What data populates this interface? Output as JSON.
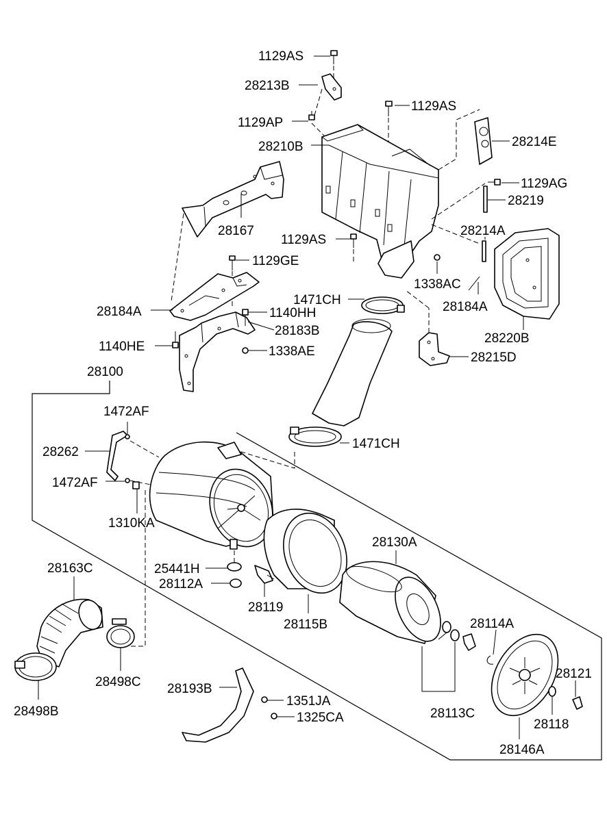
{
  "diagram": {
    "labels": {
      "p1129AS_top": "1129AS",
      "p28213B": "28213B",
      "p1129AP": "1129AP",
      "p1129AS_mid": "1129AS",
      "p28210B": "28210B",
      "p28214E": "28214E",
      "p1129AG": "1129AG",
      "p28219": "28219",
      "p28167": "28167",
      "p28214A": "28214A",
      "p1129AS_low": "1129AS",
      "p1129GE": "1129GE",
      "p1338AC": "1338AC",
      "p1471CH_top": "1471CH",
      "p28184A_right": "28184A",
      "p28184A_left": "28184A",
      "p1140HH": "1140HH",
      "p28183B": "28183B",
      "p28220B": "28220B",
      "p1140HE": "1140HE",
      "p1338AE": "1338AE",
      "p28215D": "28215D",
      "p28100": "28100",
      "p1472AF_top": "1472AF",
      "p28262": "28262",
      "p1471CH_mid": "1471CH",
      "p1472AF_bot": "1472AF",
      "p1310KA": "1310KA",
      "p28130A": "28130A",
      "p28163C": "28163C",
      "p25441H": "25441H",
      "p28112A": "28112A",
      "p28119": "28119",
      "p28115B": "28115B",
      "p28114A": "28114A",
      "p28498C": "28498C",
      "p28121": "28121",
      "p28193B": "28193B",
      "p1351JA": "1351JA",
      "p28113C": "28113C",
      "p28118": "28118",
      "p1325CA": "1325CA",
      "p28498B": "28498B",
      "p28146A": "28146A"
    }
  }
}
